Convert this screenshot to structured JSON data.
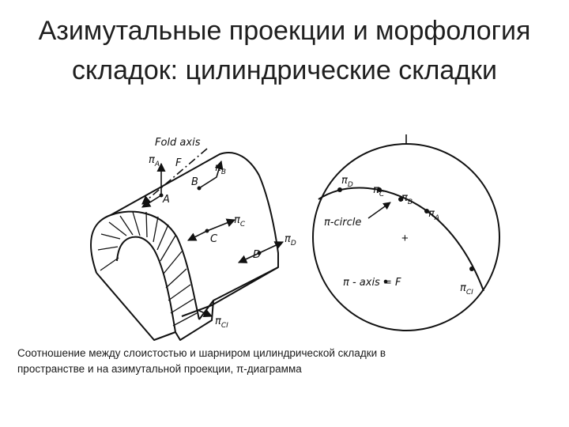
{
  "title": {
    "line1": "Азимутальные проекции и морфология",
    "line2": "складок: цилиндрические складки"
  },
  "fold_block": {
    "fold_axis_label": "Fold axis",
    "axis_letter": "F",
    "points": {
      "a": "A",
      "b": "B",
      "c": "C",
      "d": "D"
    },
    "normals": {
      "pi_a": {
        "sym": "π",
        "sub": "A"
      },
      "pi_b": {
        "sym": "π",
        "sub": "B"
      },
      "pi_c": {
        "sym": "π",
        "sub": "C"
      },
      "pi_d": {
        "sym": "π",
        "sub": "D"
      },
      "pi_ci": {
        "sym": "π",
        "sub": "CI"
      }
    }
  },
  "stereonet": {
    "pi_circle_label": "π-circle",
    "pi_axis_label": "π - axis = F",
    "center_mark": "+",
    "poles": {
      "d": {
        "sym": "π",
        "sub": "D"
      },
      "c": {
        "sym": "π",
        "sub": "C"
      },
      "b": {
        "sym": "π",
        "sub": "B"
      },
      "a": {
        "sym": "π",
        "sub": "A"
      },
      "ci": {
        "sym": "π",
        "sub": "CI"
      }
    }
  },
  "caption": {
    "line1": "Соотношение между слоистостью и шарниром цилиндрической складки в",
    "line2": "пространстве и на азимутальной проекции, π-диаграмма"
  }
}
